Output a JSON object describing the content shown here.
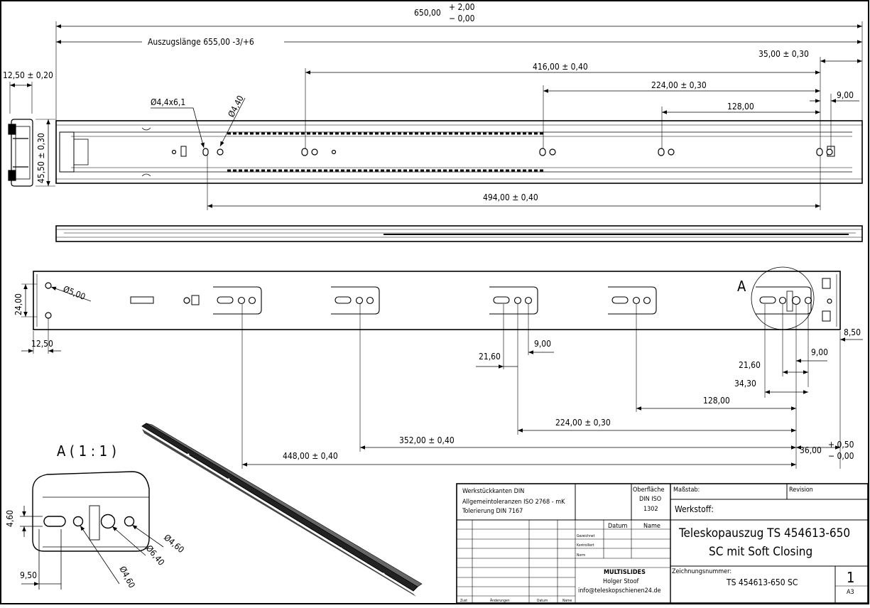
{
  "top_view": {
    "overall_length": "650,00",
    "overall_tol_plus": "+ 2,00",
    "overall_tol_minus": "− 0,00",
    "extension_length": "Auszugslänge 655,00 -3/+6",
    "d416": "416,00 ± 0,40",
    "d224": "224,00 ± 0,30",
    "d128": "128,00",
    "d35": "35,00 ± 0,30",
    "d9": "9,00",
    "d494": "494,00 ± 0,40",
    "hole_slot": "Ø4,4x6,1",
    "hole_dia": "Ø4,40",
    "width": "12,50 ± 0,20",
    "height": "45,50 ± 0,30"
  },
  "side_view": {
    "hole_dia": "Ø5,00",
    "height": "24,00",
    "offset": "12,50",
    "detail_label": "A",
    "d8_50": "8,50",
    "d9_a": "9,00",
    "d21_60_a": "21,60",
    "d21_60_b": "21,60",
    "d9_b": "9,00",
    "d34_30": "34,30",
    "d128": "128,00",
    "d224": "224,00 ± 0,30",
    "d352": "352,00 ± 0,40",
    "d448": "448,00 ± 0,40",
    "d36": "36,00",
    "d36_plus": "+ 0,50",
    "d36_minus": "− 0,00"
  },
  "detail": {
    "title": "A ( 1 : 1 )",
    "d4_60": "4,60",
    "d9_50": "9,50",
    "dia_4_60_a": "Ø4,60",
    "dia_6_40": "Ø6,40",
    "dia_4_60_b": "Ø4,60"
  },
  "title_block": {
    "note1": "Werkstückkanten DIN",
    "note2": "Allgemeintoleranzen ISO 2768 - mK",
    "note3": "Tolerierung DIN 7167",
    "surface1": "Oberfläche",
    "surface2": "DIN ISO",
    "surface3": "1302",
    "scale": "Maßstab:",
    "revision": "Revision",
    "material": "Werkstoff:",
    "col_date": "Datum",
    "col_name": "Name",
    "row_drawn": "Gezeichnet",
    "row_checked": "Kontrolliert",
    "row_norm": "Norm",
    "title1": "Teleskopauszug TS 454613-650",
    "title2": "SC mit Soft Closing",
    "company": "MULTISLIDES",
    "person": "Holger Stoof",
    "email": "info@teleskopschienen24.de",
    "drawing_no_label": "Zeichnungsnummer:",
    "drawing_no": "TS 454613-650 SC",
    "sheet": "1",
    "format": "A3",
    "foot_zust": "Zust",
    "foot_changes": "Änderungen",
    "foot_date": "Datum",
    "foot_name": "Name"
  }
}
